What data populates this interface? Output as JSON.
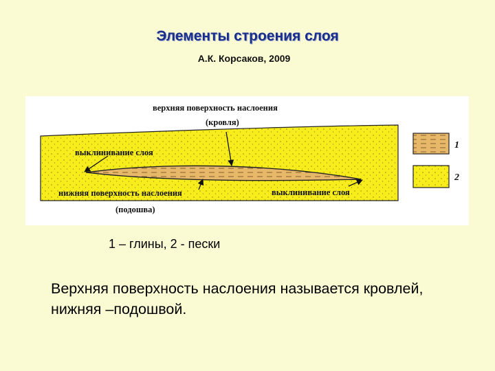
{
  "slide": {
    "title": "Элементы строения слоя",
    "subtitle": "А.К. Корсаков, 2009",
    "caption": "1 – глины, 2 - пески",
    "body_text": "Верхняя поверхность наслоения называется кровлей, нижняя –подошвой."
  },
  "diagram": {
    "labels": {
      "top_surface": "верхняя поверхность наслоения",
      "roof": "(кровля)",
      "pinch_out_left": "выклинивание слоя",
      "bottom_surface": "нижняя поверхность наслоения",
      "sole": "(подошва)",
      "pinch_out_right": "выклинивание слоя"
    },
    "legend": [
      {
        "number": "1",
        "fill": "#e8b86a"
      },
      {
        "number": "2",
        "fill": "#f7ec1c"
      }
    ],
    "colors": {
      "sand": "#f7ec1c",
      "clay": "#e8b86a",
      "outline": "#222222"
    }
  }
}
